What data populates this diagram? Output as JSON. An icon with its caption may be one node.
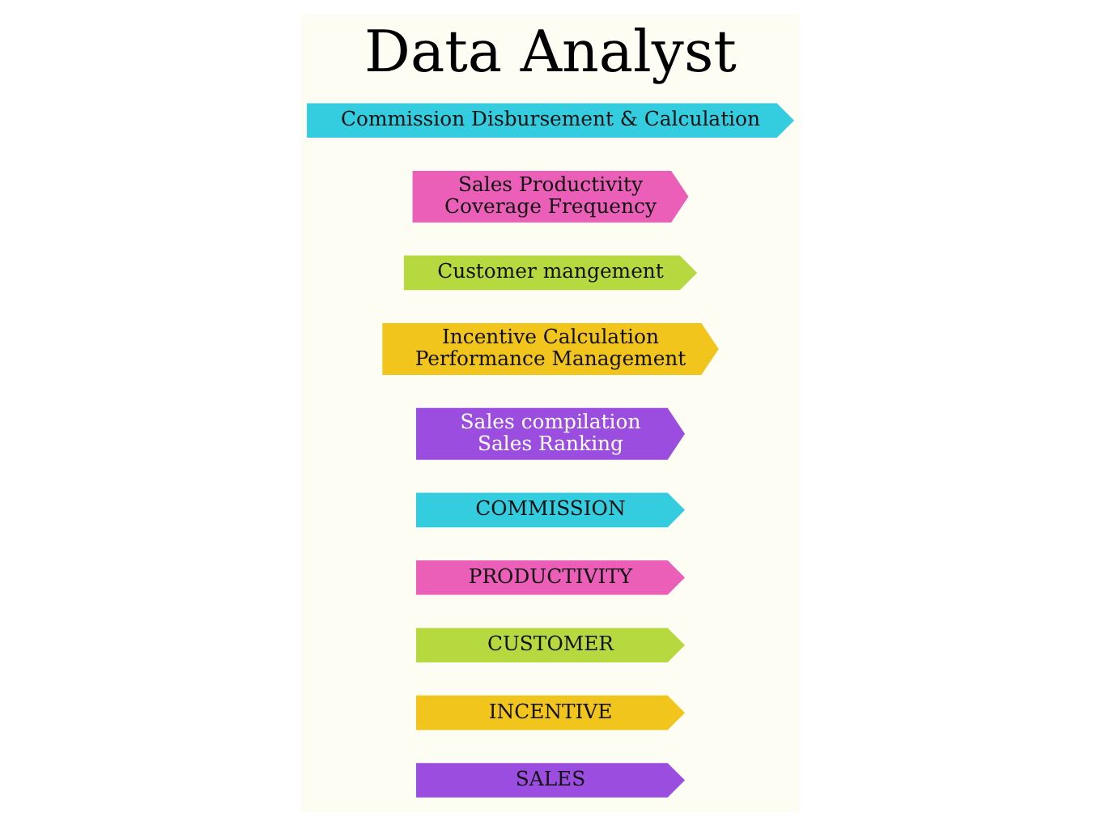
{
  "diagram": {
    "title": "Data Analyst",
    "nodes": [
      {
        "text": [
          "SALES"
        ]
      },
      {
        "text": [
          "INCENTIVE"
        ]
      },
      {
        "text": [
          "CUSTOMER"
        ]
      },
      {
        "text": [
          "PRODUCTIVITY"
        ]
      },
      {
        "text": [
          "COMMISSION"
        ]
      },
      {
        "text": [
          "Sales compilation",
          "Sales Ranking"
        ]
      },
      {
        "text": [
          "Incentive Calculation",
          "Performance Management"
        ]
      },
      {
        "text": [
          "Customer mangement"
        ]
      },
      {
        "text": [
          "Sales Productivity",
          "Coverage Frequency"
        ]
      },
      {
        "text": [
          "Commission Disbursement & Calculation"
        ]
      }
    ],
    "edges": []
  }
}
